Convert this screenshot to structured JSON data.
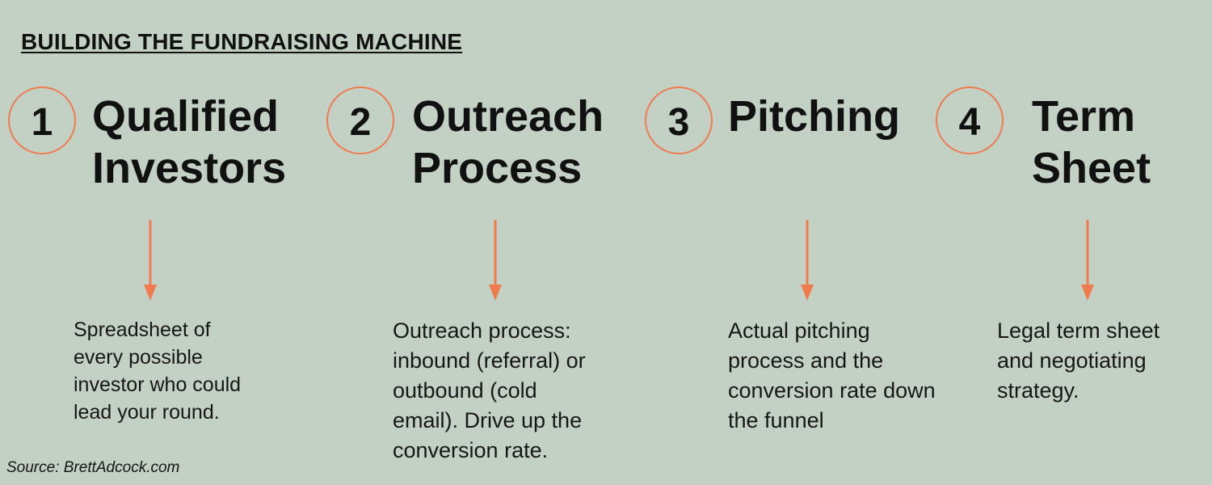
{
  "title": "BUILDING THE FUNDRAISING MACHINE",
  "accent_color": "#f07b4f",
  "background_color": "#c3d1c4",
  "steps": [
    {
      "number": "1",
      "title_lines": [
        "Qualified",
        "Investors"
      ],
      "description_lines": [
        "Spreadsheet of",
        "every possible",
        "investor who could",
        "lead your round."
      ]
    },
    {
      "number": "2",
      "title_lines": [
        "Outreach",
        "Process"
      ],
      "description_lines": [
        "Outreach process:",
        "inbound (referral) or",
        "outbound (cold",
        "email). Drive up the",
        "conversion rate."
      ]
    },
    {
      "number": "3",
      "title_lines": [
        "Pitching"
      ],
      "description_lines": [
        "Actual pitching",
        "process and the",
        "conversion rate down",
        "the funnel"
      ]
    },
    {
      "number": "4",
      "title_lines": [
        "Term",
        "Sheet"
      ],
      "description_lines": [
        "Legal term sheet",
        "and negotiating",
        "strategy."
      ]
    }
  ],
  "source": "Source: BrettAdcock.com"
}
